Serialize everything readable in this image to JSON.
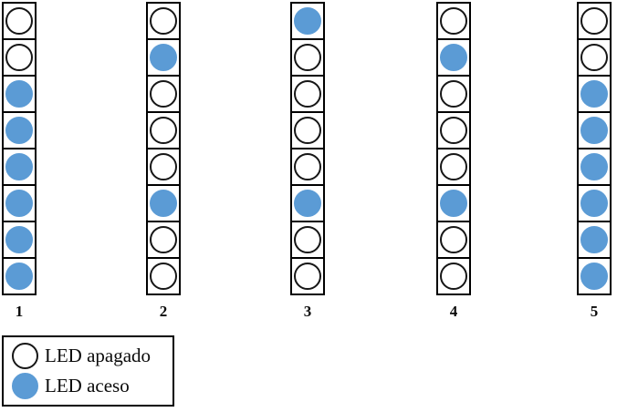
{
  "colors": {
    "led_on": "#5b9bd5",
    "led_off": "#ffffff",
    "outline": "#000000"
  },
  "columns": [
    {
      "label": "1",
      "leds": [
        "off",
        "off",
        "on",
        "on",
        "on",
        "on",
        "on",
        "on"
      ]
    },
    {
      "label": "2",
      "leds": [
        "off",
        "on",
        "off",
        "off",
        "off",
        "on",
        "off",
        "off"
      ]
    },
    {
      "label": "3",
      "leds": [
        "on",
        "off",
        "off",
        "off",
        "off",
        "on",
        "off",
        "off"
      ]
    },
    {
      "label": "4",
      "leds": [
        "off",
        "on",
        "off",
        "off",
        "off",
        "on",
        "off",
        "off"
      ]
    },
    {
      "label": "5",
      "leds": [
        "off",
        "off",
        "on",
        "on",
        "on",
        "on",
        "on",
        "on"
      ]
    }
  ],
  "legend": {
    "items": [
      {
        "state": "off",
        "label": "LED apagado"
      },
      {
        "state": "on",
        "label": "LED aceso"
      }
    ]
  }
}
